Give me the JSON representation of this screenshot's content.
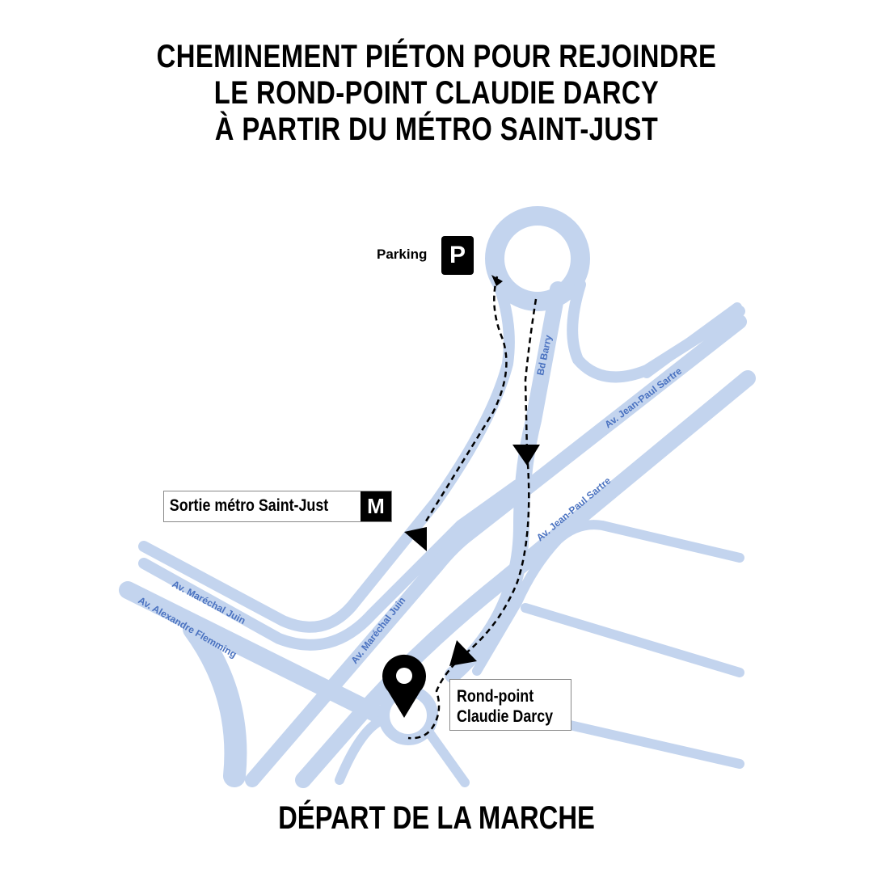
{
  "title": {
    "lines": [
      "CHEMINEMENT PIÉTON POUR REJOINDRE",
      "LE ROND-POINT CLAUDIE DARCY",
      "À PARTIR DU MÉTRO SAINT-JUST"
    ]
  },
  "places": {
    "parking_label": "Parking",
    "parking_icon": "P",
    "metro_label": "Sortie métro Saint-Just",
    "metro_icon": "M",
    "roundabout_line1": "Rond-point",
    "roundabout_line2": "Claudie Darcy"
  },
  "streets": {
    "bd_barry": "Bd Barry",
    "jean_paul_sartre_1": "Av. Jean-Paul Sartre",
    "jean_paul_sartre_2": "Av. Jean-Paul Sartre",
    "marechal_juin_1": "Av. Maréchal Juin",
    "marechal_juin_2": "Av. Maréchal Juin",
    "alexandre_flemming": "Av. Alexandre Flemming"
  },
  "footer": "DÉPART DE LA MARCHE",
  "colors": {
    "road": "#c3d4ee",
    "street_label": "#4a72c0",
    "route": "#000000"
  }
}
